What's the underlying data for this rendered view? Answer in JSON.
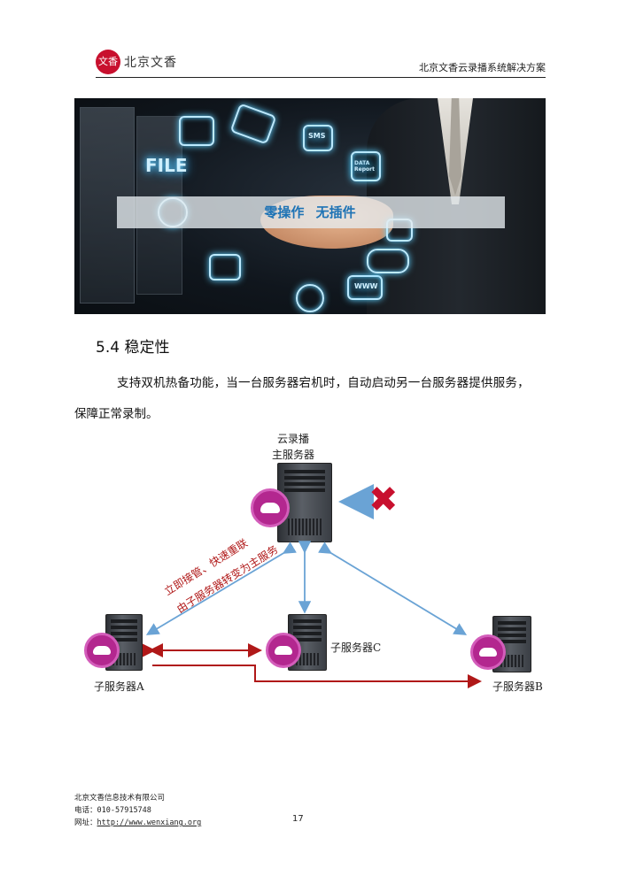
{
  "header": {
    "logo_glyph": "文香",
    "logo_text": "北京文香",
    "title": "北京文香云录播系统解决方案"
  },
  "banner": {
    "caption_left": "零操作",
    "caption_right": "无插件",
    "icon_labels": [
      "FILE",
      "SMS",
      "DATA Report",
      "WWW"
    ]
  },
  "section": {
    "title": "5.4 稳定性",
    "paragraph_line1": "支持双机热备功能，当一台服务器宕机时，自动启动另一台服务器提供服务，",
    "paragraph_line2": "保障正常录制。"
  },
  "diagram": {
    "main_server_label_line1": "云录播",
    "main_server_label_line2": "主服务器",
    "server_a_label": "子服务器A",
    "server_b_label": "子服务器B",
    "server_c_label": "子服务器C",
    "annotation_line1": "立即接管、快速重联",
    "annotation_line2": "由子服务器转变为主服务",
    "colors": {
      "blue_arrow": "#6aa3d5",
      "red_arrow": "#b01818",
      "badge": "#b3278f"
    }
  },
  "footer": {
    "company": "北京文香信息技术有限公司",
    "phone": "电话：010-57915748",
    "website_label": "网址：",
    "website_url": "http://www.wenxiang.org",
    "page_number": "17"
  }
}
